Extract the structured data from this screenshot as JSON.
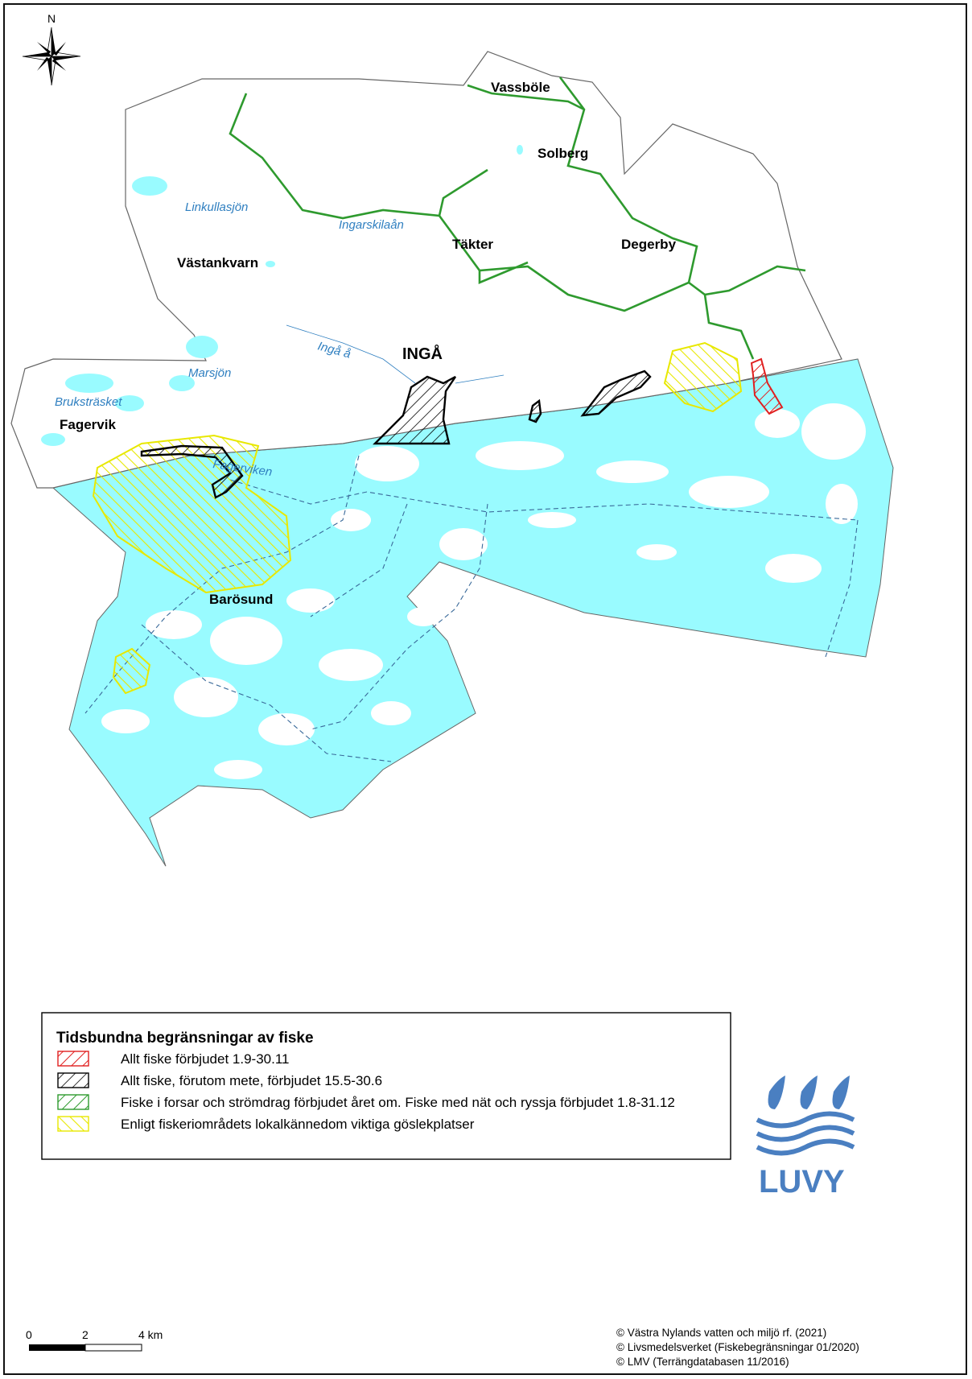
{
  "compass": {
    "north_label": "N",
    "icon": "compass-rose-icon"
  },
  "places": {
    "vassbole": "Vassböle",
    "solberg": "Solberg",
    "takter": "Täkter",
    "degerby": "Degerby",
    "vastankvarn": "Västankvarn",
    "inga": "INGÅ",
    "fagervik": "Fagervik",
    "barosund": "Barösund"
  },
  "waters": {
    "linkullasjon": "Linkullasjön",
    "ingarskilaan": "Ingarskilaån",
    "inga_a": "Ingå å",
    "marsjon": "Marsjön",
    "bruksträsket": "Bruksträsket",
    "fagerviken": "Fagerviken"
  },
  "legend": {
    "title": "Tidsbundna begränsningar av fiske",
    "items": [
      {
        "label": "Allt fiske förbjudet 1.9-30.11",
        "color": "#e02020"
      },
      {
        "label": "Allt fiske, förutom mete, förbjudet 15.5-30.6",
        "color": "#000000"
      },
      {
        "label": "Fiske i forsar och strömdrag förbjudet året om. Fiske med nät och ryssja förbjudet 1.8-31.12",
        "color": "#2e9a2e"
      },
      {
        "label": "Enligt fiskeriområdets lokalkännedom viktiga göslekplatser",
        "color": "#f0f000"
      }
    ]
  },
  "scale": {
    "labels": [
      "0",
      "2",
      "4 km"
    ]
  },
  "credits": [
    "© Västra Nylands vatten och miljö rf. (2021)",
    "© Livsmedelsverket (Fiskebegränsningar 01/2020)",
    "© LMV (Terrängdatabasen 11/2016)"
  ],
  "logo": {
    "text": "LUVY",
    "color_blue": "#4a7fc1",
    "color_green": "#6aa84f"
  },
  "colors": {
    "sea": "#99fbff",
    "land": "#ffffff",
    "boundary": "#777777",
    "river": "#2e9a2e"
  }
}
